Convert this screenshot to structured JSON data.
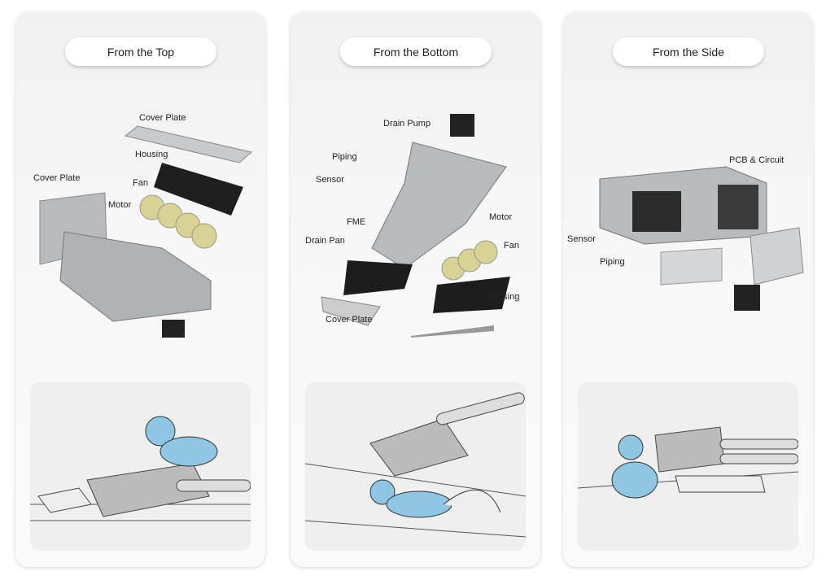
{
  "cards": [
    {
      "title": "From the Top",
      "labels": [
        "Cover Plate",
        "Housing",
        "Cover Plate",
        "Fan",
        "Motor"
      ]
    },
    {
      "title": "From the Bottom",
      "labels": [
        "Drain Pump",
        "Piping",
        "Sensor",
        "FME",
        "Drain Pan",
        "Motor",
        "Fan",
        "Housing",
        "Cover Plate"
      ]
    },
    {
      "title": "From the Side",
      "labels": [
        "PCB & Circuit",
        "Sensor",
        "Piping"
      ]
    }
  ],
  "colors": {
    "card": "#f3f3f3",
    "worker": "#8fc6e4",
    "unit": "#b9bcc0",
    "fan": "#d9d49a"
  }
}
